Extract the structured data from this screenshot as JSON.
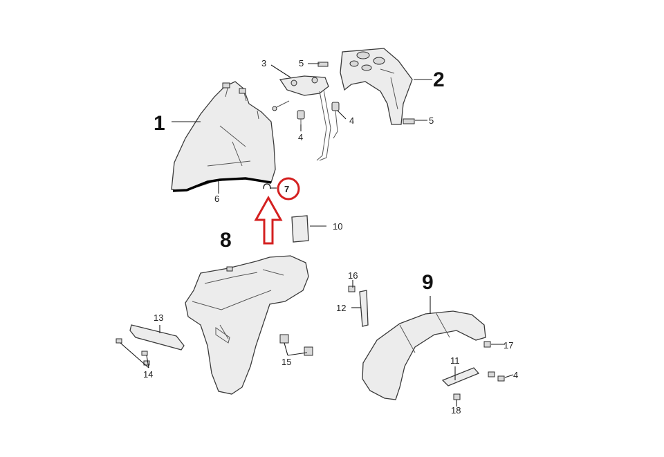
{
  "diagram": {
    "labels": {
      "main_1": "1",
      "main_2": "2",
      "main_8": "8",
      "main_9": "9",
      "ref_3": "3",
      "ref_4_a": "4",
      "ref_4_b": "4",
      "ref_4_c": "4",
      "ref_5_a": "5",
      "ref_5_b": "5",
      "ref_6": "6",
      "ref_7": "7",
      "ref_10": "10",
      "ref_11": "11",
      "ref_12": "12",
      "ref_13": "13",
      "ref_14": "14",
      "ref_15": "15",
      "ref_16": "16",
      "ref_17": "17",
      "ref_18": "18"
    },
    "highlight_color": "#d42020",
    "highlight_target": "7"
  }
}
